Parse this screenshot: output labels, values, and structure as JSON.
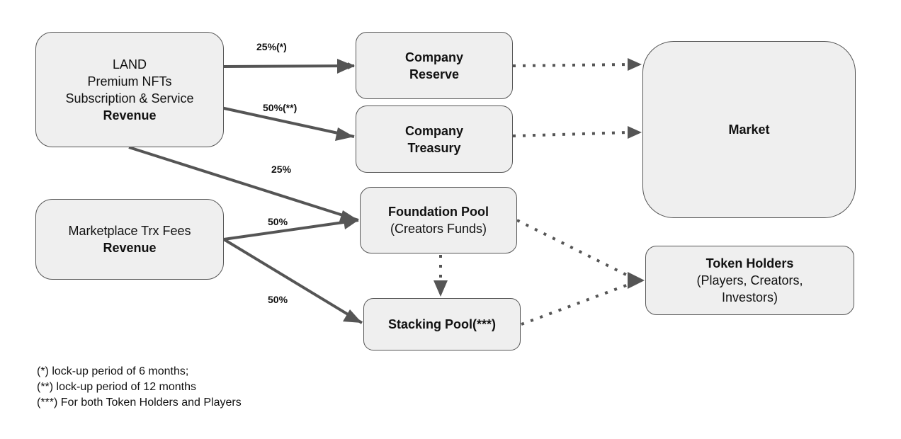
{
  "nodes": {
    "revenue": {
      "lines": [
        "LAND",
        "Premium NFTs",
        "Subscription & Service"
      ],
      "bold": "Revenue"
    },
    "marketplace": {
      "lines": [
        "Marketplace Trx Fees"
      ],
      "bold": "Revenue"
    },
    "reserve": {
      "bold_lines": [
        "Company",
        "Reserve"
      ]
    },
    "treasury": {
      "bold_lines": [
        "Company",
        "Treasury"
      ]
    },
    "foundation": {
      "bold": "Foundation Pool",
      "sub": "(Creators Funds)"
    },
    "stacking": {
      "bold": "Stacking Pool(***)"
    },
    "market": {
      "bold": "Market"
    },
    "holders": {
      "bold": "Token Holders",
      "lines": [
        "(Players, Creators,",
        "Investors)"
      ]
    }
  },
  "edge_labels": {
    "to_reserve": "25%(*)",
    "to_treasury": "50%(**)",
    "to_foundation_from_revenue": "25%",
    "to_foundation_from_marketplace": "50%",
    "to_stacking": "50%"
  },
  "footnotes": [
    "(*) lock-up period of 6 months;",
    "(**) lock-up period of 12 months",
    "(***) For both Token Holders and Players"
  ],
  "colors": {
    "node_fill": "#efefef",
    "node_border": "#555555",
    "arrow": "#555555"
  }
}
